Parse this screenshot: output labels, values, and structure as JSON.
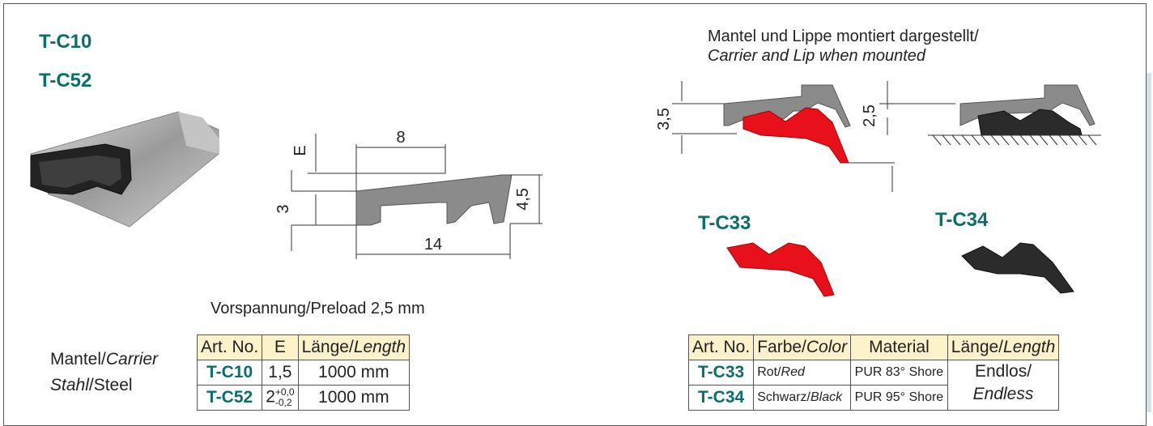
{
  "left": {
    "code1": "T-C10",
    "code2": "T-C52",
    "dims": {
      "top": "8",
      "bottom": "14",
      "left_e": "E",
      "left_3": "3",
      "right": "4,5"
    },
    "preload": "Vorspannung/Preload 2,5 mm",
    "row_label_1a": "Mantel/",
    "row_label_1b": "Carrier",
    "row_label_2a": "Stahl",
    "row_label_2b": "/Steel",
    "table": {
      "headers": {
        "art": "Art. No.",
        "e": "E",
        "len_a": "Länge/",
        "len_b": "Length"
      },
      "rows": [
        {
          "art": "T-C10",
          "e": "1,5",
          "len": "1000 mm"
        },
        {
          "art": "T-C52",
          "e_base": "2",
          "e_sup": "+0,0",
          "e_sub": "-0,2",
          "len": "1000 mm"
        }
      ]
    }
  },
  "right": {
    "caption_a": "Mantel und Lippe montiert dargestellt/",
    "caption_b": "Carrier and Lip when mounted",
    "dim_a": "3,5",
    "dim_b": "2,5",
    "code3": "T-C33",
    "code4": "T-C34",
    "colors": {
      "red": "#e8101a",
      "black": "#2b2b2b",
      "gray": "#8a8a8a",
      "teal": "#0a6e6a",
      "header": "#fdf2c9"
    },
    "table": {
      "headers": {
        "art": "Art. No.",
        "color_a": "Farbe/",
        "color_b": "Color",
        "material": "Material",
        "len_a": "Länge/",
        "len_b": "Length"
      },
      "rows": [
        {
          "art": "T-C33",
          "color_a": "Rot/",
          "color_b": "Red",
          "material": "PUR 83° Shore"
        },
        {
          "art": "T-C34",
          "color_a": "Schwarz/",
          "color_b": "Black",
          "material": "PUR 95° Shore"
        }
      ],
      "length_a": "Endlos/",
      "length_b": "Endless"
    }
  }
}
